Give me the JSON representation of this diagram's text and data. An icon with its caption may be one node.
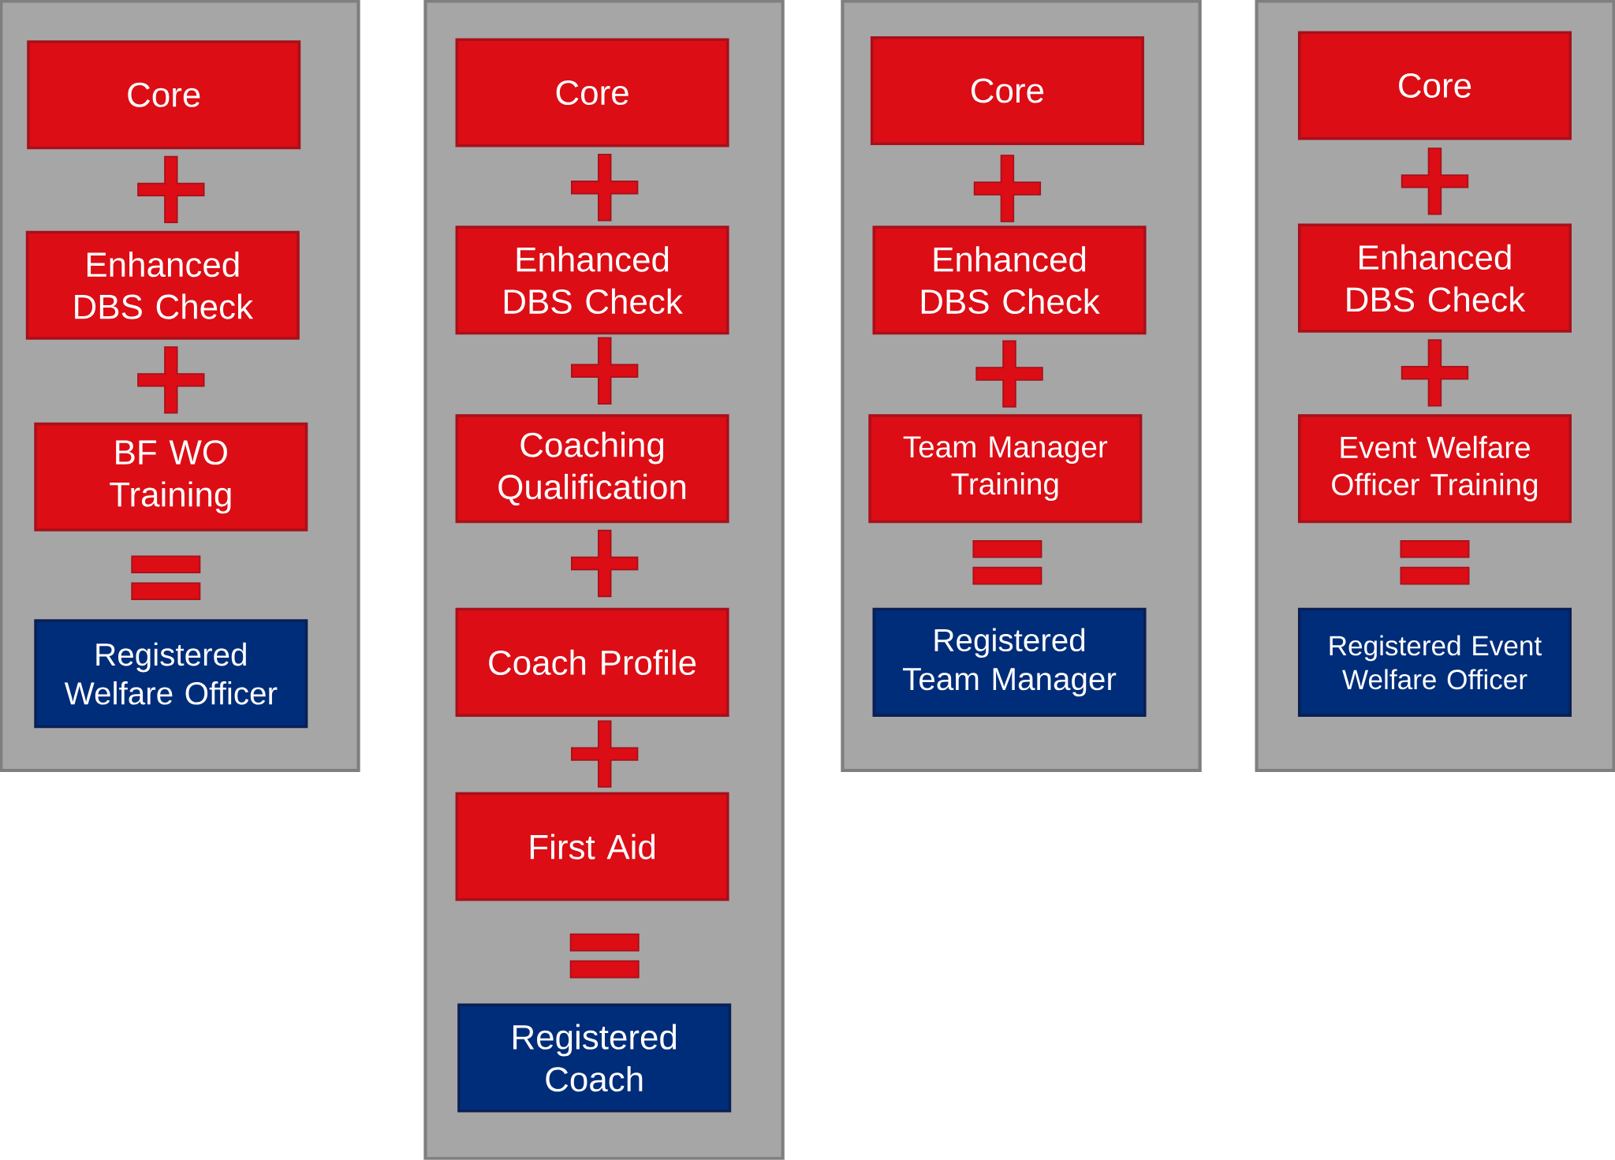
{
  "diagram": {
    "nodes": [
      {
        "text": [],
        "shape": "box"
      },
      {
        "text": [
          "Core"
        ],
        "in": 0
      },
      {
        "text": [
          "Enhanced DBS Check"
        ],
        "in": 0
      },
      {
        "text": [
          "BF WO Training"
        ],
        "in": 0
      },
      {
        "text": [
          "Registered Welfare Officer"
        ],
        "in": 0
      },
      {
        "text": [],
        "shape": "box"
      },
      {
        "text": [
          "Core"
        ],
        "in": 5
      },
      {
        "text": [
          "Enhanced DBS Check"
        ],
        "in": 5
      },
      {
        "text": [
          "Coaching Qualification"
        ],
        "in": 5
      },
      {
        "text": [
          "Coach Profile"
        ],
        "in": 5
      },
      {
        "text": [
          "First Aid"
        ],
        "in": 5
      },
      {
        "text": [
          "Registered Coach"
        ],
        "in": 5
      },
      {
        "text": [],
        "shape": "box"
      },
      {
        "text": [
          "Core"
        ],
        "in": 12
      },
      {
        "text": [
          "Enhanced DBS Check"
        ],
        "in": 12
      },
      {
        "text": [
          "Team Manager Training"
        ],
        "in": 12
      },
      {
        "text": [
          "Registered Team Manager"
        ],
        "in": 12
      },
      {
        "text": [],
        "shape": "box"
      },
      {
        "text": [
          "Core"
        ],
        "in": 17
      },
      {
        "text": [
          "Enhanced DBS Check"
        ],
        "in": 17
      },
      {
        "text": [
          "Event Welfare Officer Training"
        ],
        "in": 17
      },
      {
        "text": [
          "Registered Event Welfare Officer"
        ],
        "in": 17
      }
    ]
  }
}
